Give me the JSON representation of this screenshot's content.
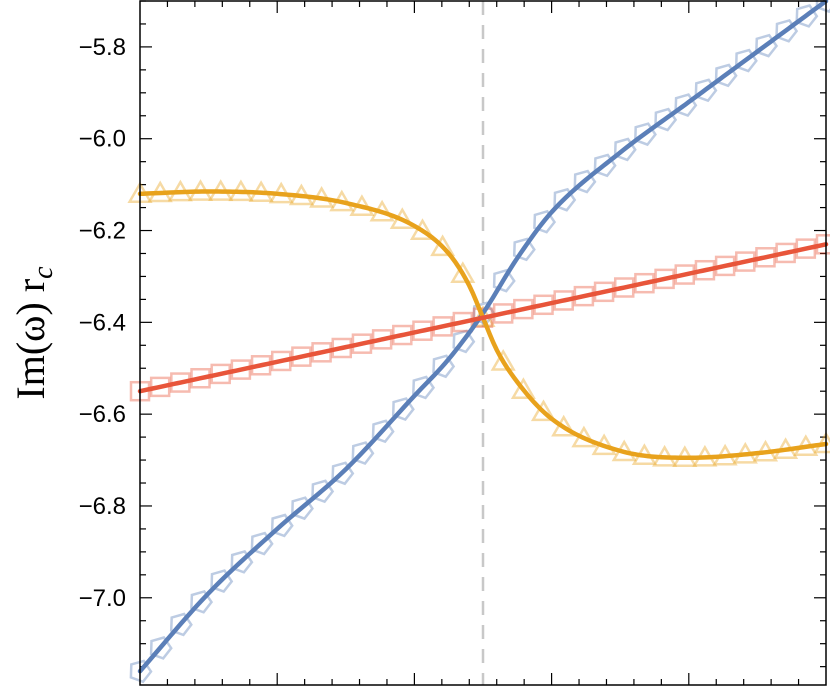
{
  "chart_data": {
    "type": "line",
    "title": "",
    "xlabel": "",
    "ylabel": "Im(ω) r",
    "ylabel_subscript": "c",
    "xlim": [
      0,
      1
    ],
    "ylim": [
      -7.19,
      -5.7
    ],
    "yticks": [
      -5.8,
      -6.0,
      -6.2,
      -6.4,
      -6.6,
      -6.8,
      -7.0
    ],
    "ytick_labels": [
      "−5.8",
      "−6.0",
      "−6.2",
      "−6.4",
      "−6.6",
      "−6.8",
      "−7.0"
    ],
    "show_xtick_labels": false,
    "vline_x": 0.5,
    "vline_color": "#c8c8c8",
    "grid": false,
    "series": [
      {
        "color": "#5b7fb8",
        "marker": "pentagon",
        "x": [
          0,
          0.1,
          0.2,
          0.3,
          0.4,
          0.45,
          0.5,
          0.55,
          0.6,
          0.7,
          0.8,
          0.9,
          1.0
        ],
        "y": [
          -7.16,
          -6.99,
          -6.85,
          -6.72,
          -6.56,
          -6.48,
          -6.38,
          -6.26,
          -6.16,
          -6.03,
          -5.92,
          -5.81,
          -5.7
        ]
      },
      {
        "color": "#e8a21c",
        "marker": "triangle",
        "x": [
          0,
          0.1,
          0.2,
          0.3,
          0.4,
          0.45,
          0.48,
          0.5,
          0.52,
          0.55,
          0.6,
          0.7,
          0.8,
          0.9,
          1.0
        ],
        "y": [
          -6.12,
          -6.115,
          -6.12,
          -6.14,
          -6.19,
          -6.25,
          -6.32,
          -6.39,
          -6.46,
          -6.53,
          -6.61,
          -6.68,
          -6.695,
          -6.685,
          -6.665
        ]
      },
      {
        "color": "#e8553a",
        "marker": "square",
        "x": [
          0,
          1
        ],
        "y": [
          -6.55,
          -6.23
        ]
      }
    ]
  }
}
